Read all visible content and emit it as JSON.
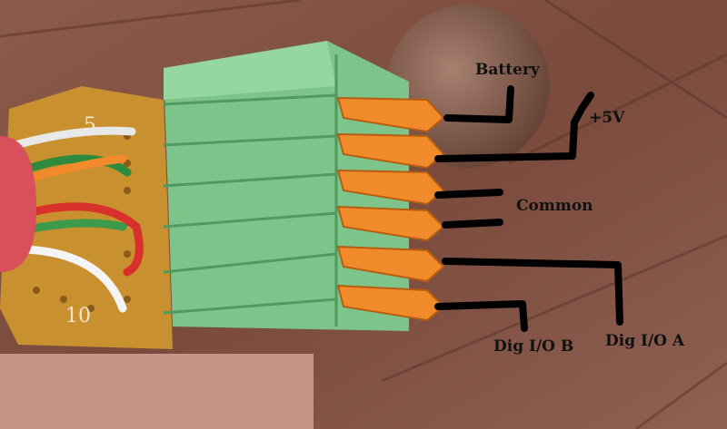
{
  "labels": {
    "battery": "Battery",
    "plus5v": "+5V",
    "common": "Common",
    "dig_io_b": "Dig I/O B",
    "dig_io_a": "Dig I/O A"
  },
  "board_markings": [
    "5",
    "10"
  ],
  "colors": {
    "terminal_block": "#7cc48a",
    "levers": "#f08a2a",
    "wood": "#7e4f40",
    "annotation_ink": "#000000"
  }
}
